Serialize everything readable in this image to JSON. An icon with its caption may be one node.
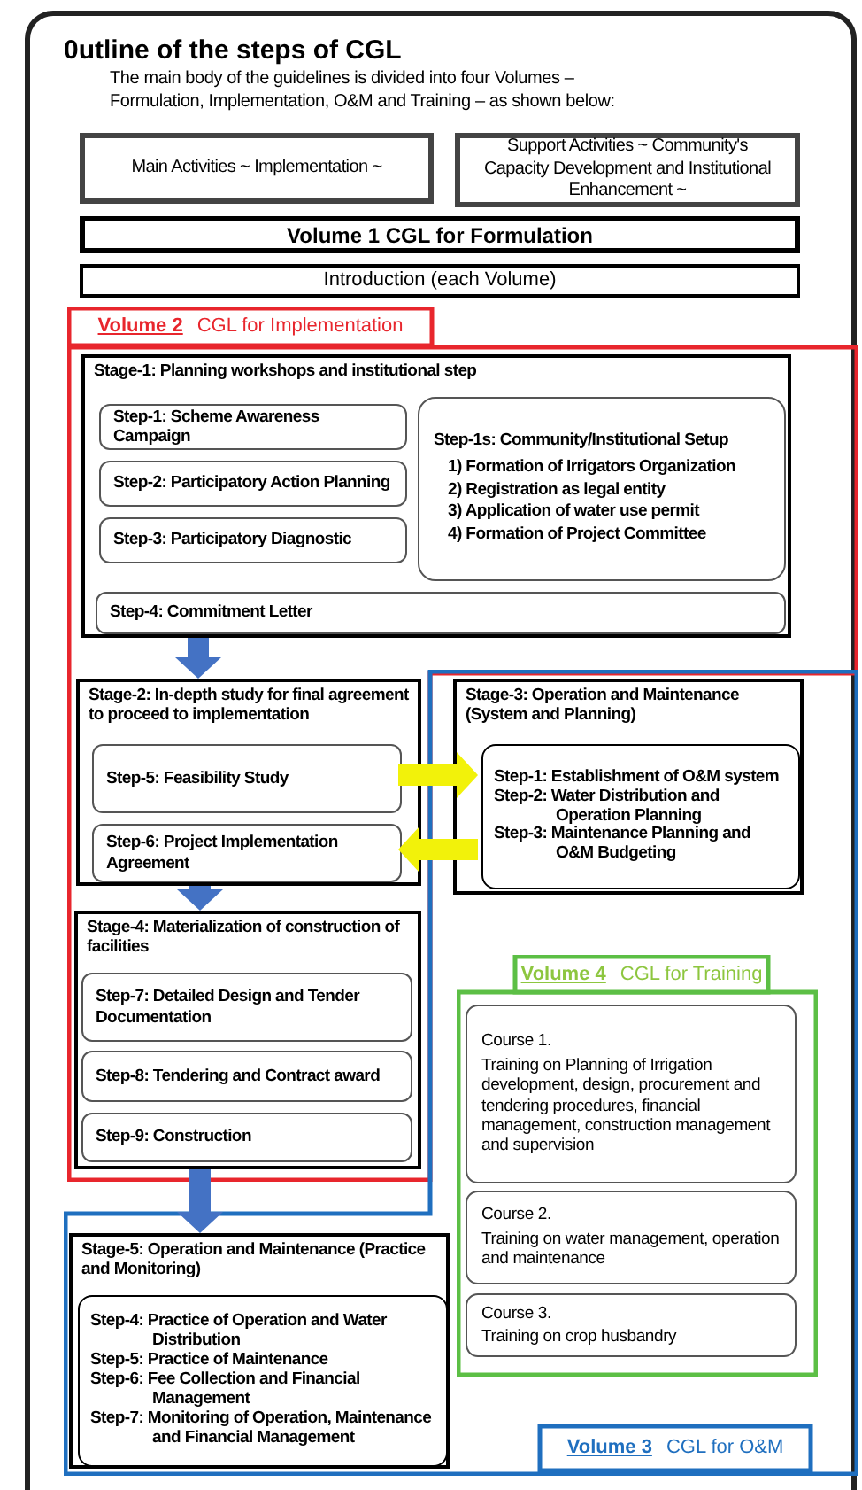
{
  "diagram": {
    "title": "0utline of the steps of CGL",
    "nodes": [
      {
        "text": [
          "Main Activities ~ Implementation ~"
        ]
      },
      {
        "text": [
          "Support Activities ~ Community's Capacity Development and Institutional Enhancement ~"
        ]
      },
      {
        "text": [
          "Volume 1 CGL for Formulation"
        ]
      },
      {
        "text": [
          "Introduction (each Volume)"
        ]
      },
      {
        "text": [
          "Volume 2",
          "CGL for Implementation"
        ]
      },
      {
        "text": [
          "Stage-1: Planning workshops and institutional step"
        ],
        "in": 4
      },
      {
        "text": [
          "Step-1: Scheme Awareness Campaign"
        ],
        "in": 5
      },
      {
        "text": [
          "Step-2: Participatory Action Planning"
        ],
        "in": 5
      },
      {
        "text": [
          "Step-3: Participatory Diagnostic"
        ],
        "in": 5
      },
      {
        "text": [
          "Step-1s: Community/Institutional Setup",
          "1) Formation of Irrigators Organization",
          "2) Registration as legal entity",
          "3) Application of water use permit",
          "4) Formation of Project Committee"
        ],
        "in": 5
      },
      {
        "text": [
          "Step-4: Commitment Letter"
        ],
        "in": 5
      },
      {
        "text": [
          "Stage-2: In-depth study for final agreement to proceed to implementation"
        ],
        "in": 4
      },
      {
        "text": [
          "Step-5: Feasibility Study"
        ],
        "in": 11
      },
      {
        "text": [
          "Step-6: Project Implementation Agreement"
        ],
        "in": 11
      },
      {
        "text": [
          "Stage-4: Materialization of construction of facilities"
        ],
        "in": 4
      },
      {
        "text": [
          "Step-7: Detailed Design and Tender Documentation"
        ],
        "in": 14
      },
      {
        "text": [
          "Step-8: Tendering and Contract award"
        ],
        "in": 14
      },
      {
        "text": [
          "Step-9: Construction"
        ],
        "in": 14
      },
      {
        "text": [
          "Volume 3",
          "CGL for O&M"
        ]
      },
      {
        "text": [
          "Stage-3: Operation and Maintenance (System and Planning)"
        ],
        "in": 18
      },
      {
        "text": [
          "Step-1: Establishment of O&M system",
          "Step-2: Water Distribution and Operation Planning",
          "Step-3: Maintenance Planning and O&M Budgeting"
        ],
        "in": 19
      },
      {
        "text": [
          "Volume 4",
          "CGL for Training"
        ],
        "in": 18
      },
      {
        "text": [
          "Course 1.",
          "Training on Planning of Irrigation development, design, procurement and tendering procedures, financial management, construction management and supervision"
        ],
        "in": 21
      },
      {
        "text": [
          "Course 2.",
          "Training on water management, operation and maintenance"
        ],
        "in": 21
      },
      {
        "text": [
          "Course 3.",
          "Training on crop husbandry"
        ],
        "in": 21
      },
      {
        "text": [
          "Stage-5: Operation and Maintenance (Practice and Monitoring)"
        ],
        "in": 18
      },
      {
        "text": [
          "Step-4: Practice of Operation and Water Distribution",
          "Step-5: Practice of Maintenance",
          "Step-6: Fee Collection and Financial Management",
          "Step-7: Monitoring of Operation, Maintenance and Financial Management"
        ],
        "in": 25
      }
    ],
    "edges": [
      {
        "from": 5,
        "to": 11,
        "arrow": "to"
      },
      {
        "from": 11,
        "to": 14,
        "arrow": "to"
      },
      {
        "from": 14,
        "to": 25,
        "arrow": "to"
      },
      {
        "from": 12,
        "to": 20,
        "arrow": "to",
        "color": "#f2f20a"
      },
      {
        "from": 20,
        "to": 13,
        "arrow": "to",
        "color": "#f2f20a"
      }
    ],
    "labels": [
      "The main body of the guidelines is divided into four Volumes – Formulation, Implementation, O&M and Training – as shown below:"
    ]
  }
}
